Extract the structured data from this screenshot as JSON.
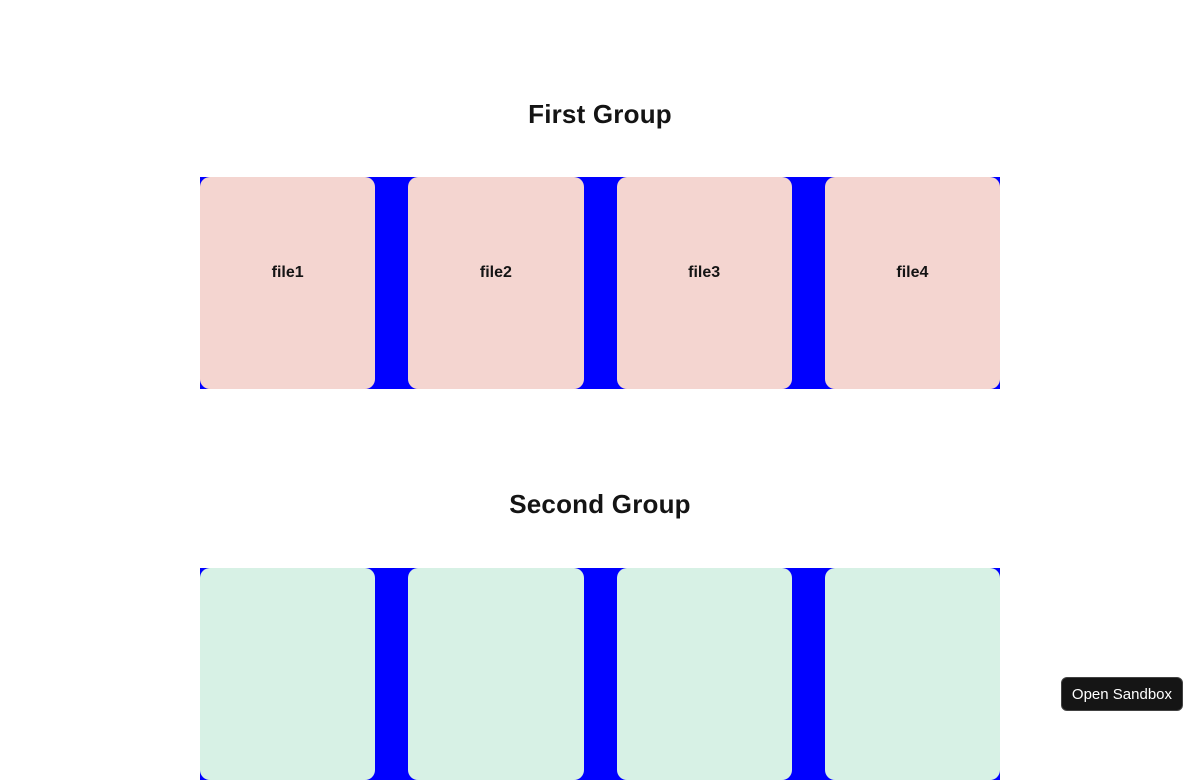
{
  "colors": {
    "gap_blue": "#0000ff",
    "tile_pink": "#f4d5d0",
    "tile_mint": "#d7f1e5",
    "heading_text": "#141414",
    "button_bg": "#151515",
    "button_text": "#ffffff",
    "page_background": "#ffffff"
  },
  "groups": [
    {
      "title": "First Group",
      "tile_color": "#f4d5d0",
      "tiles": [
        "file1",
        "file2",
        "file3",
        "file4"
      ]
    },
    {
      "title": "Second Group",
      "tile_color": "#d7f1e5",
      "tiles": [
        "",
        "",
        "",
        ""
      ]
    }
  ],
  "overlay": {
    "open_sandbox_label": "Open Sandbox"
  }
}
